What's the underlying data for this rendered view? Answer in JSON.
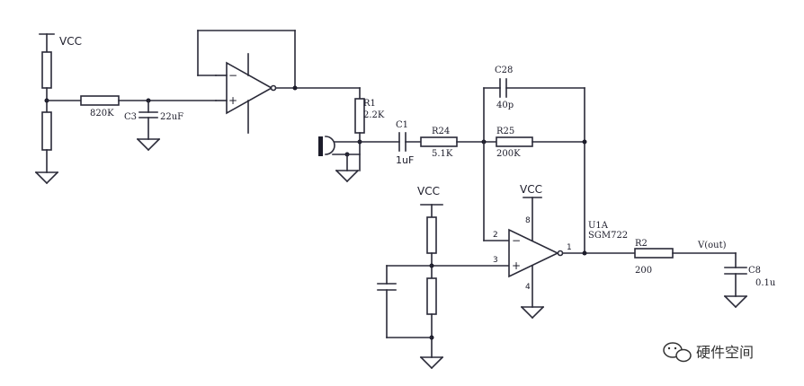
{
  "power": {
    "vcc_top": "VCC",
    "vcc_bias": "VCC",
    "vcc_opamp": "VCC"
  },
  "components": {
    "r_820k": "820K",
    "c3_name": "C3",
    "c3_value": "22uF",
    "r1_name": "R1",
    "r1_value": "2.2K",
    "c1_name": "C1",
    "c1_value": "1uF",
    "r24_name": "R24",
    "r24_value": "5.1K",
    "c28_name": "C28",
    "c28_value": "40p",
    "r25_name": "R25",
    "r25_value": "200K",
    "u1a_name": "U1A",
    "u1a_part": "SGM722",
    "r2_name": "R2",
    "r2_value": "200",
    "c8_name": "C8",
    "c8_value": "0.1u"
  },
  "nets": {
    "vout": "V(out)"
  },
  "opamp_symbols": {
    "minus": "−",
    "plus": "+"
  },
  "pins": {
    "p2": "2",
    "p3": "3",
    "p1": "1",
    "p8": "8",
    "p4": "4"
  },
  "watermark": {
    "text": "硬件空间"
  }
}
